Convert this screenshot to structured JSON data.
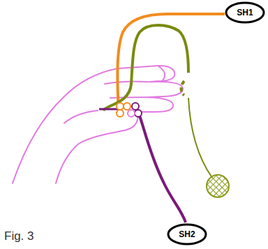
{
  "diagram": {
    "caption": "Fig. 3",
    "nodes": [
      {
        "text": [
          "SH1"
        ]
      },
      {
        "text": [
          "SH2"
        ]
      }
    ]
  }
}
